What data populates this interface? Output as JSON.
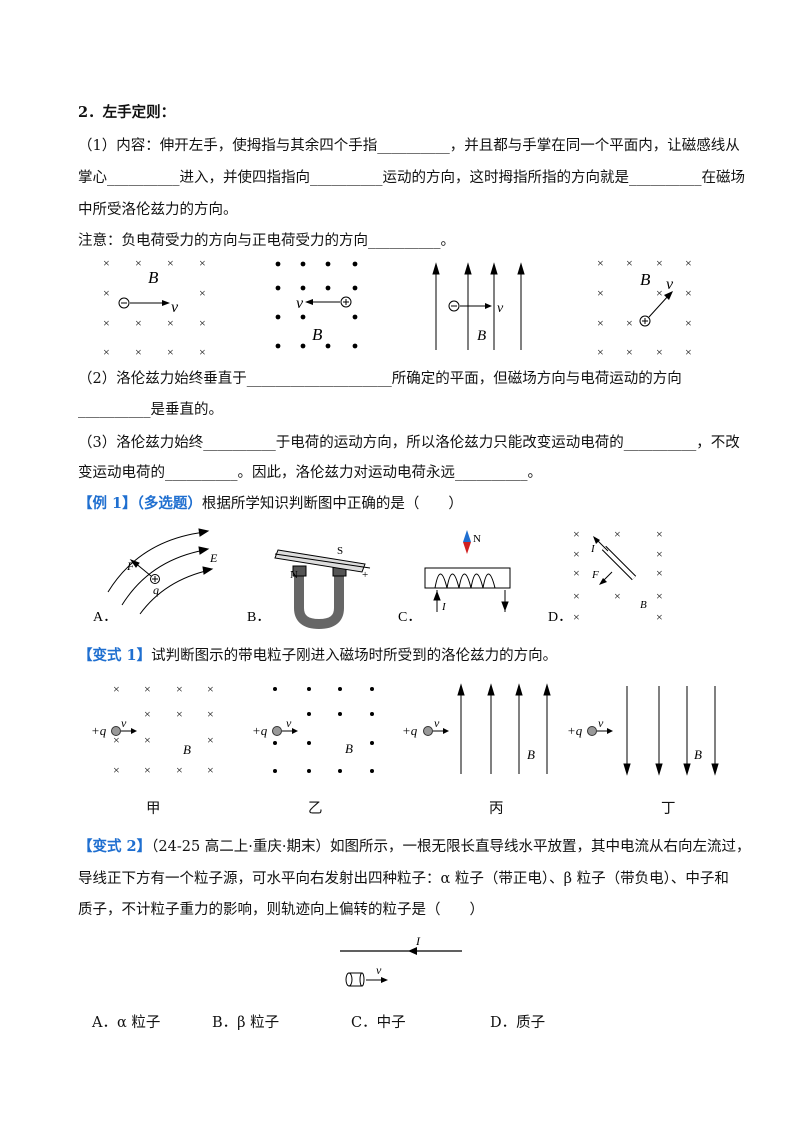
{
  "sec_title": "2．左手定则：",
  "p1_line1": "（1）内容：伸开左手，使拇指与其余四个手指__________，并且都与手掌在同一个平面内，让磁感线从",
  "p1_line2": "掌心__________进入，并使四指指向__________运动的方向，这时拇指所指的方向就是__________在磁场",
  "p1_line3": "中所受洛伦兹力的方向。",
  "note": "注意：负电荷受力的方向与正电荷受力的方向__________。",
  "p2_line1": "（2）洛伦兹力始终垂直于____________________所确定的平面，但磁场方向与电荷运动的方向",
  "p2_line2": "__________是垂直的。",
  "p3_line1": "（3）洛伦兹力始终__________于电荷的运动方向，所以洛伦兹力只能改变运动电荷的__________，不改",
  "p3_line2": "变运动电荷的__________。因此，洛伦兹力对运动电荷永远__________。",
  "ex1": {
    "tag": "【例 1】",
    "multi": "（多选题）",
    "text": "根据所学知识判断图中正确的是（　　）"
  },
  "var1": {
    "tag": "【变式 1】",
    "text": "试判断图示的带电粒子刚进入磁场时所受到的洛伦兹力的方向。"
  },
  "var2": {
    "tag": "【变式 2】",
    "line1": "（24-25 高二上·重庆·期末）如图所示，一根无限长直导线水平放置，其中电流从右向左流过，",
    "line2": "导线正下方有一个粒子源，可水平向右发射出四种粒子：α 粒子（带正电）、β 粒子（带负电）、中子和",
    "line3": "质子，不计粒子重力的影响，则轨迹向上偏转的粒子是（　　）"
  },
  "ex1_labels": {
    "A": "A．",
    "B": "B．",
    "C": "C．",
    "D": "D．"
  },
  "fig_sym": {
    "B": "B",
    "v": "v",
    "F": "F",
    "E": "E",
    "q": "q",
    "I": "I",
    "N": "N",
    "S": "S",
    "minus": "⊖",
    "plus": "⊕",
    "pq": "+q",
    "cross": "×",
    "dot": "•",
    "plus_sign": "+"
  },
  "var1_captions": [
    "甲",
    "乙",
    "丙",
    "丁"
  ],
  "choices": [
    "A．α 粒子",
    "B．β 粒子",
    "C．中子",
    "D．质子"
  ]
}
